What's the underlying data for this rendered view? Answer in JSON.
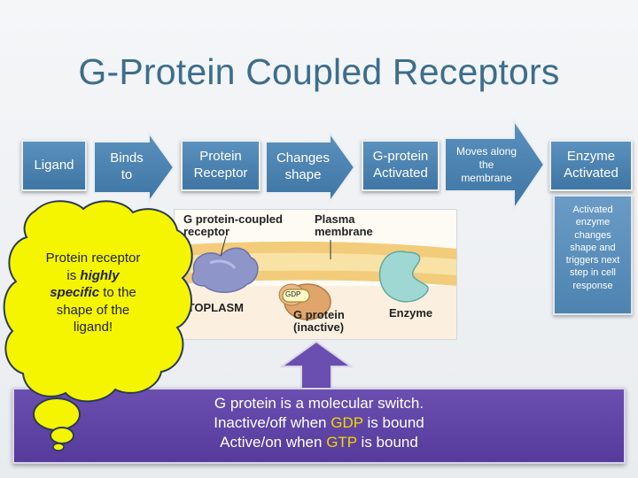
{
  "title": "G-Protein Coupled Receptors",
  "steps": {
    "ligand": "Ligand",
    "binds_to_line1": "Binds",
    "binds_to_line2": "to",
    "protein_receptor_line1": "Protein",
    "protein_receptor_line2": "Receptor",
    "changes_shape_line1": "Changes",
    "changes_shape_line2": "shape",
    "g_protein_activated_line1": "G-protein",
    "g_protein_activated_line2": "Activated",
    "moves_along_line1": "Moves along",
    "moves_along_line2": "the",
    "moves_along_line3": "membrane",
    "enzyme_activated_line1": "Enzyme",
    "enzyme_activated_line2": "Activated"
  },
  "enzyme_detail": {
    "line1": "Activated",
    "line2": "enzyme",
    "line3": "changes",
    "line4": "shape and",
    "line5": "triggers next",
    "line6": "step in cell",
    "line7": "response"
  },
  "callout": {
    "line1": "Protein receptor",
    "line2_plain": "is ",
    "line2_emph": "highly",
    "line3_emph": "specific",
    "line3_plain": " to the",
    "line4": "shape of the",
    "line5": "ligand!"
  },
  "figure": {
    "label_receptor_1": "G protein-coupled",
    "label_receptor_2": "receptor",
    "label_membrane_1": "Plasma",
    "label_membrane_2": "membrane",
    "label_cytoplasm": "YTOPLASM",
    "label_gdp": "GDP",
    "label_gprotein_1": "G protein",
    "label_gprotein_2": "(inactive)",
    "label_enzyme": "Enzyme"
  },
  "panel": {
    "line1": "G protein is a molecular switch.",
    "line2_a": "Inactive/off when ",
    "line2_hl": "GDP",
    "line2_b": " is bound",
    "line3_a": "Active/on when ",
    "line3_hl": "GTP",
    "line3_b": " is bound"
  },
  "colors": {
    "title": "#3c6d8c",
    "box_blue": "#4a80ae",
    "panel_purple": "#5e43a4",
    "callout_yellow": "#f5f500",
    "highlight": "#f2d600"
  }
}
